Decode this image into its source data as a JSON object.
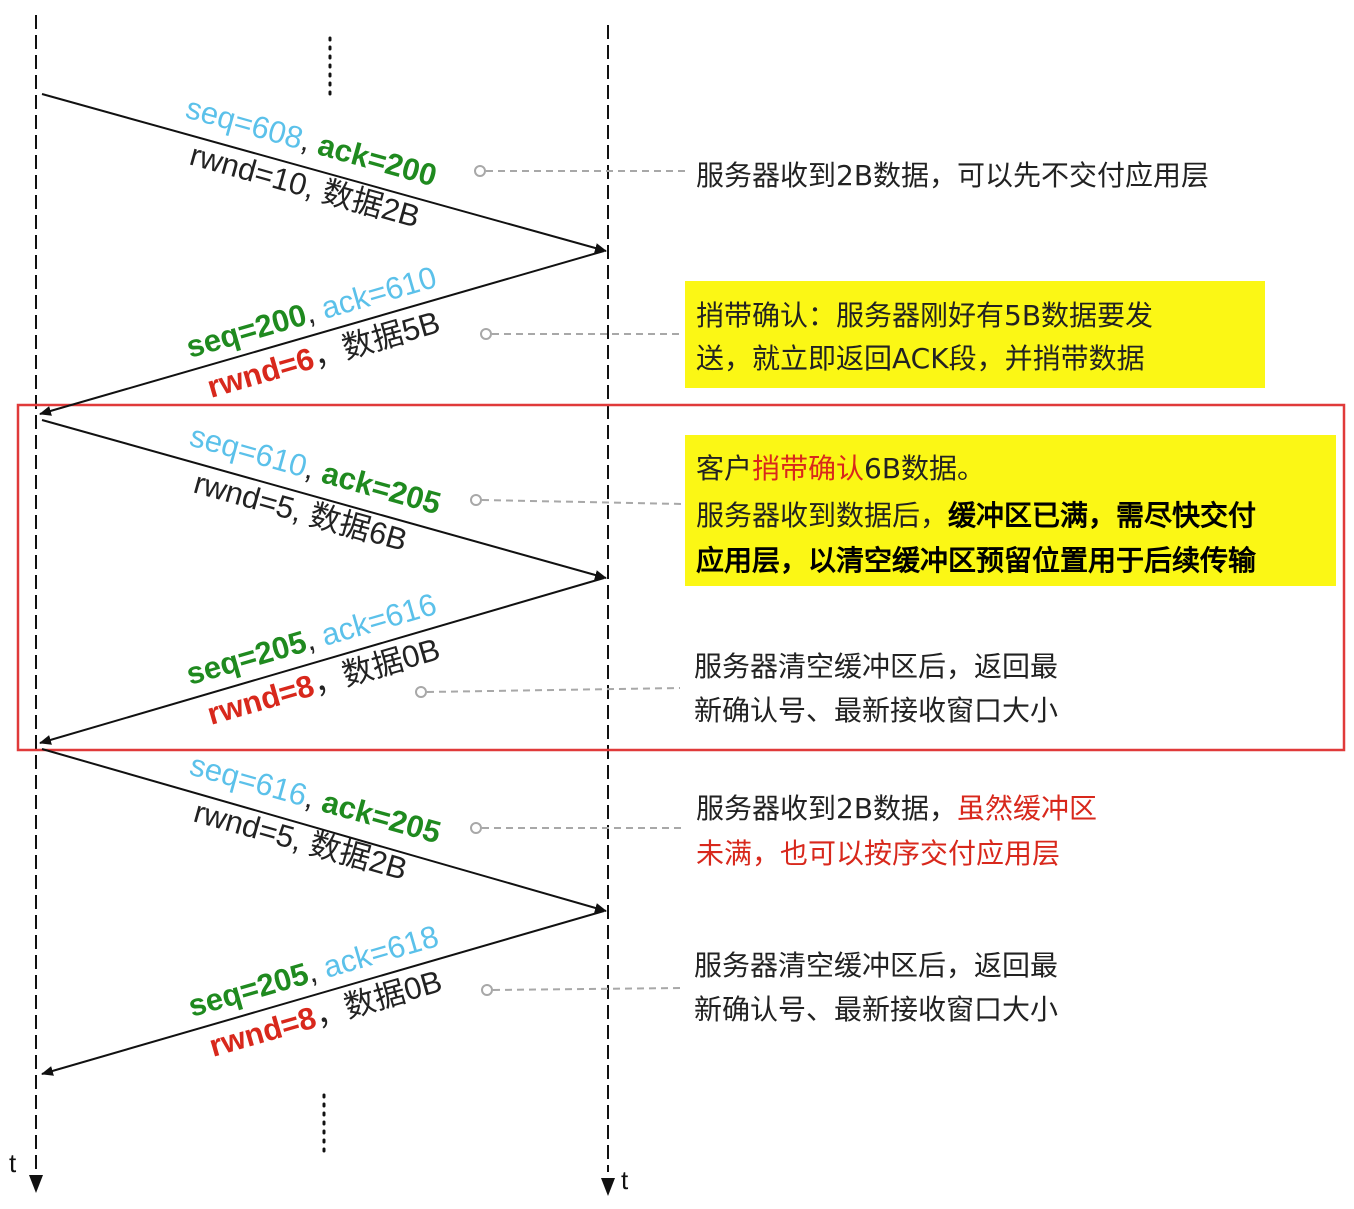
{
  "timelines": {
    "left_label": "t",
    "right_label": "t"
  },
  "messages": [
    {
      "id": "m1",
      "dir": "right",
      "line1": [
        {
          "t": "seq=608",
          "c": "blue"
        },
        {
          "t": ", ",
          "c": "black"
        },
        {
          "t": "ack=200",
          "c": "green"
        }
      ],
      "line2": [
        {
          "t": "rwnd=10, 数据2B",
          "c": "black"
        }
      ]
    },
    {
      "id": "m2",
      "dir": "left",
      "line1": [
        {
          "t": "seq=200",
          "c": "green"
        },
        {
          "t": ", ",
          "c": "black"
        },
        {
          "t": "ack=610",
          "c": "blue"
        }
      ],
      "line2": [
        {
          "t": "rwnd=6",
          "c": "red"
        },
        {
          "t": "，数据5B",
          "c": "black"
        }
      ]
    },
    {
      "id": "m3",
      "dir": "right",
      "line1": [
        {
          "t": "seq=610",
          "c": "blue"
        },
        {
          "t": ", ",
          "c": "black"
        },
        {
          "t": "ack=205",
          "c": "green"
        }
      ],
      "line2": [
        {
          "t": "rwnd=5, 数据6B",
          "c": "black"
        }
      ]
    },
    {
      "id": "m4",
      "dir": "left",
      "line1": [
        {
          "t": "seq=205",
          "c": "green"
        },
        {
          "t": ", ",
          "c": "black"
        },
        {
          "t": "ack=616",
          "c": "blue"
        }
      ],
      "line2": [
        {
          "t": "rwnd=8",
          "c": "red"
        },
        {
          "t": "，数据0B",
          "c": "black"
        }
      ]
    },
    {
      "id": "m5",
      "dir": "right",
      "line1": [
        {
          "t": "seq=616",
          "c": "blue"
        },
        {
          "t": ", ",
          "c": "black"
        },
        {
          "t": "ack=205",
          "c": "green"
        }
      ],
      "line2": [
        {
          "t": "rwnd=5, 数据2B",
          "c": "black"
        }
      ]
    },
    {
      "id": "m6",
      "dir": "left",
      "line1": [
        {
          "t": "seq=205",
          "c": "green"
        },
        {
          "t": ", ",
          "c": "black"
        },
        {
          "t": "ack=618",
          "c": "blue"
        }
      ],
      "line2": [
        {
          "t": "rwnd=8",
          "c": "red"
        },
        {
          "t": "，数据0B",
          "c": "black"
        }
      ]
    }
  ],
  "notes": [
    {
      "id": "n1",
      "highlight": false,
      "lines": [
        [
          {
            "t": "服务器收到2B数据，可以先不交付应用层",
            "s": "n"
          }
        ]
      ]
    },
    {
      "id": "n2",
      "highlight": true,
      "lines": [
        [
          {
            "t": "捎带确认：服务器刚好有5B数据要发",
            "s": "n"
          }
        ],
        [
          {
            "t": "送，就立即返回ACK段，并捎带数据",
            "s": "n"
          }
        ]
      ]
    },
    {
      "id": "n3",
      "highlight": true,
      "lines": [
        [
          {
            "t": "客户",
            "s": "n"
          },
          {
            "t": "捎带确认",
            "s": "r"
          },
          {
            "t": "6B数据。",
            "s": "n"
          }
        ],
        [
          {
            "t": "服务器收到数据后，",
            "s": "n"
          },
          {
            "t": "缓冲区已满，需尽快交付",
            "s": "b"
          }
        ],
        [
          {
            "t": "应用层，以清空缓冲区预留位置用于后续传输",
            "s": "b"
          }
        ]
      ]
    },
    {
      "id": "n4",
      "highlight": false,
      "lines": [
        [
          {
            "t": "服务器清空缓冲区后，返回最",
            "s": "n"
          }
        ],
        [
          {
            "t": "新确认号、最新接收窗口大小",
            "s": "n"
          }
        ]
      ]
    },
    {
      "id": "n5",
      "highlight": false,
      "lines": [
        [
          {
            "t": "服务器收到2B数据，",
            "s": "n"
          },
          {
            "t": "虽然缓冲区",
            "s": "r"
          }
        ],
        [
          {
            "t": "未满，也可以按序交付应用层",
            "s": "r"
          }
        ]
      ]
    },
    {
      "id": "n6",
      "highlight": false,
      "lines": [
        [
          {
            "t": "服务器清空缓冲区后，返回最",
            "s": "n"
          }
        ],
        [
          {
            "t": "新确认号、最新接收窗口大小",
            "s": "n"
          }
        ]
      ]
    }
  ],
  "colors": {
    "seq_ack_blue": "#5bc1ea",
    "seq_ack_green": "#1f8a1f",
    "rwnd_red": "#d8281c",
    "highlight_yellow": "#fbf715",
    "frame_red": "#e03a3a",
    "leader_gray": "#a8a8a8"
  }
}
